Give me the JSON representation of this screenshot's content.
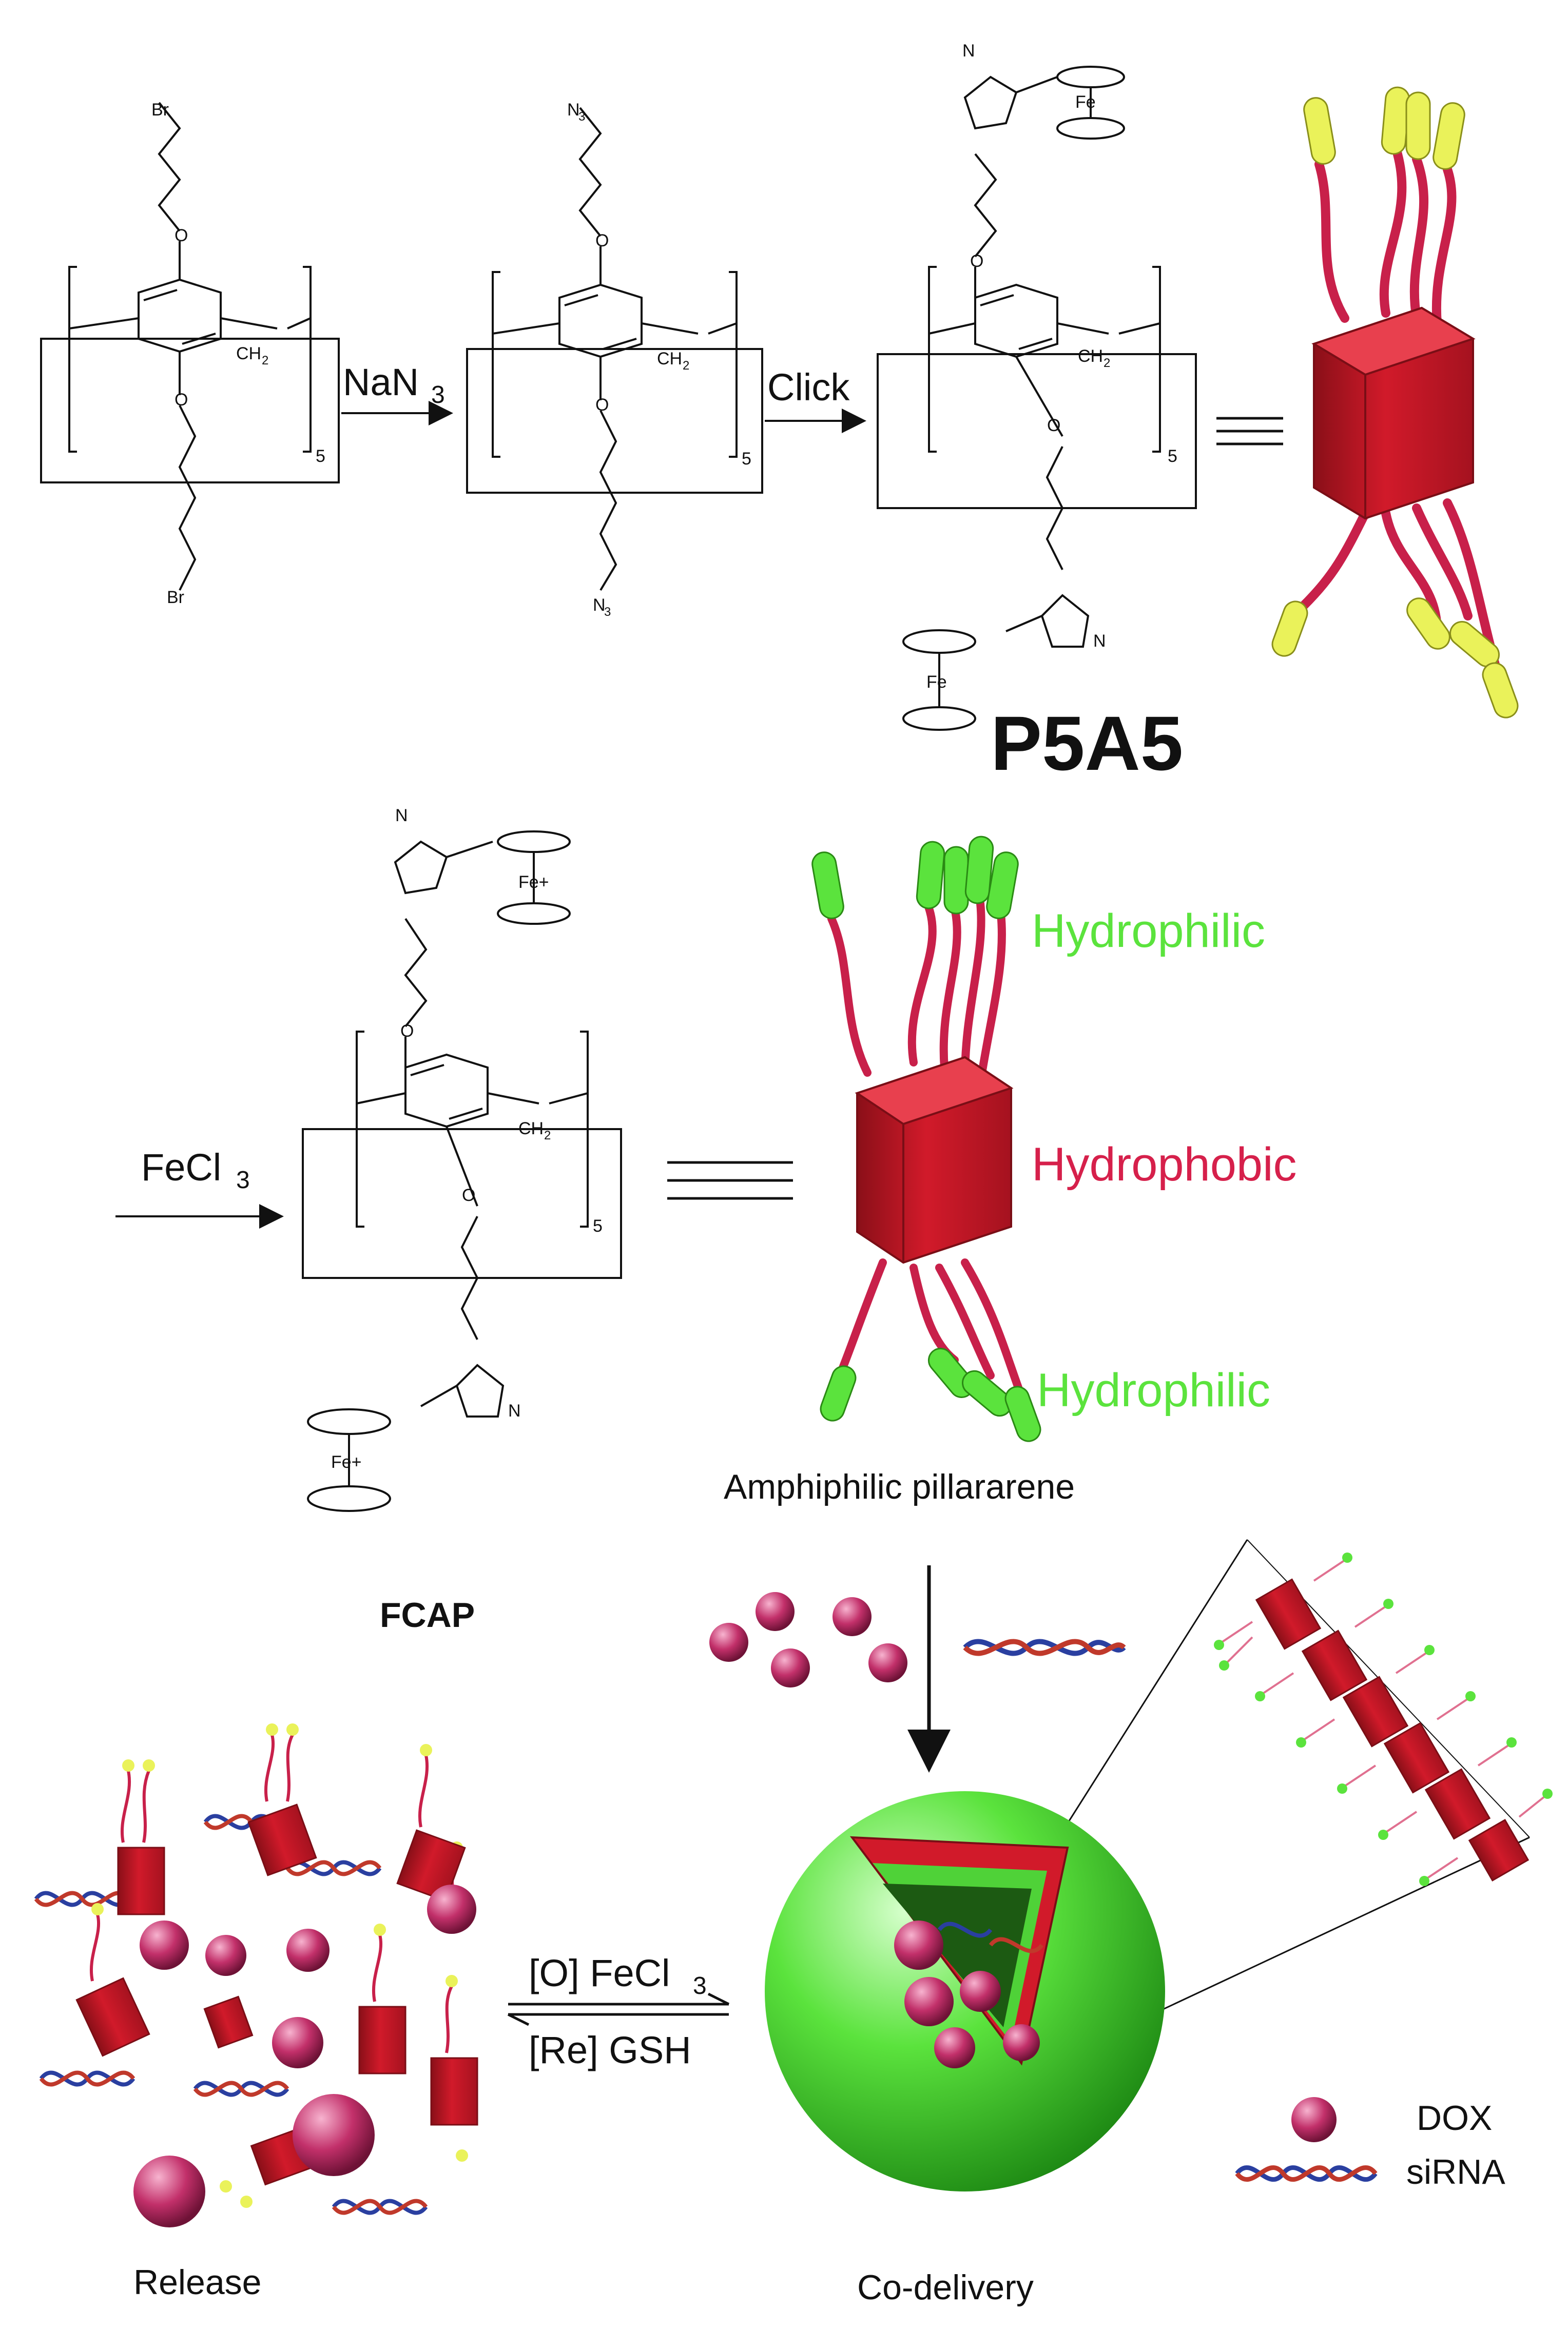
{
  "scheme": {
    "reagents": {
      "step1": "NaN",
      "step1_sub": "3",
      "step2": "Click",
      "step3": "FeCl",
      "step3_sub": "3",
      "oxidation": "[O] FeCl",
      "oxidation_sub": "3",
      "reduction": "[Re] GSH"
    },
    "compound_labels": {
      "p5a5": "P5A5",
      "fcap": "FCAP"
    },
    "substituents": {
      "br_top": "Br",
      "br_bottom": "Br",
      "n3_top": "N",
      "n3_top_sub": "3",
      "n3_bottom": "N",
      "n3_bottom_sub": "3",
      "oxygen": "O",
      "ch2": "CH",
      "ch2_sub": "2",
      "repeat": "5",
      "iron": "Fe",
      "iron_plus": "Fe+",
      "nitrogen": "N"
    },
    "regions": {
      "hydrophilic_top": "Hydrophilic",
      "hydrophobic": "Hydrophobic",
      "hydrophilic_bottom": "Hydrophilic"
    },
    "captions": {
      "amphiphilic": "Amphiphilic pillararene",
      "release": "Release",
      "codelivery": "Co-delivery"
    },
    "legend": {
      "dox": "DOX",
      "sirna": "siRNA"
    },
    "colors": {
      "pillar_red": "#d11a2a",
      "tail_red": "#c8204a",
      "hydrophilic_green": "#5be33d",
      "yellow_head": "#eaf25a",
      "dox_pink": "#c2306a",
      "dna_blue": "#2a3fa0",
      "dna_red": "#c0392b"
    }
  }
}
